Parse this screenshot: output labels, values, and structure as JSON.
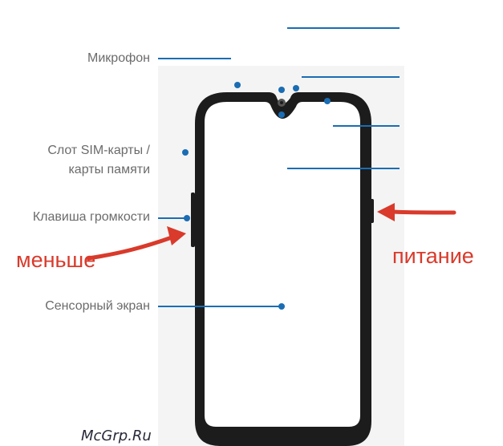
{
  "labels": {
    "microphone": "Микрофон",
    "sim_slot_line1": "Слот SIM-карты /",
    "sim_slot_line2": "карты памяти",
    "volume_key": "Клавиша громкости",
    "touchscreen": "Сенсорный экран"
  },
  "annotations": {
    "volume_down": "меньше",
    "power": "питание"
  },
  "watermark": "McGrp.Ru",
  "colors": {
    "callout": "#1a6db3",
    "label_text": "#6b6b6b",
    "phone_frame": "#1c1c1c",
    "annotation_red": "#d93a2b"
  }
}
